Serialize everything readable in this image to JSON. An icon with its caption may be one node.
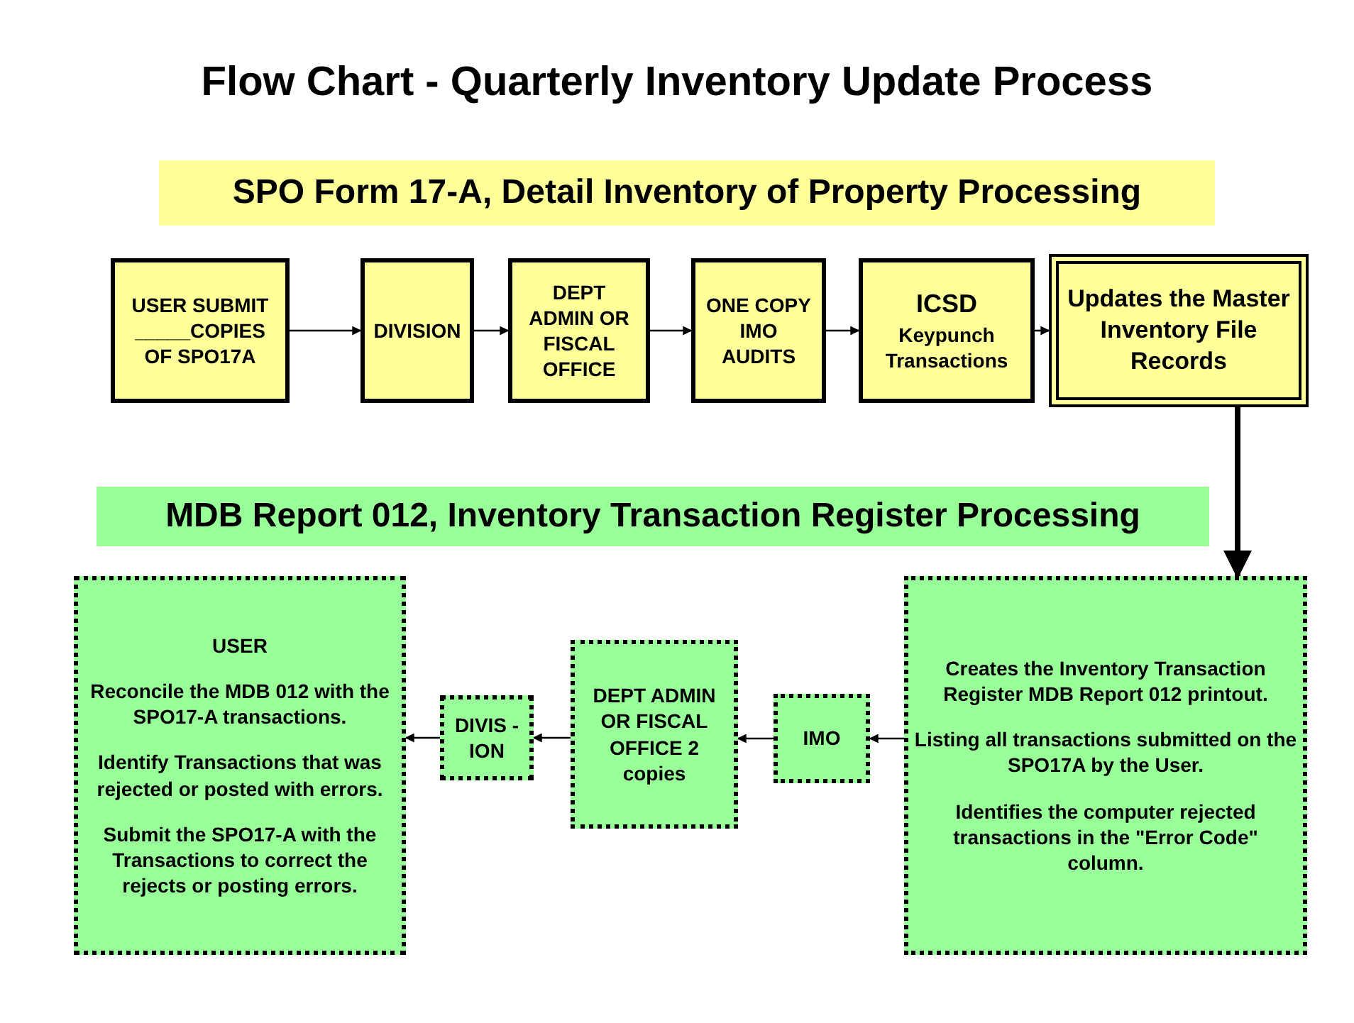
{
  "diagram": {
    "title": "Flow Chart - Quarterly Inventory Update Process",
    "nodes": [
      {
        "text": [
          "SPO Form 17-A, Detail Inventory of Property Processing"
        ]
      },
      {
        "text": [
          "USER SUBMIT _____COPIES OF SPO17A"
        ]
      },
      {
        "text": [
          "DIVISION"
        ]
      },
      {
        "text": [
          "DEPT ADMIN OR FISCAL OFFICE"
        ]
      },
      {
        "text": [
          "ONE COPY IMO AUDITS"
        ]
      },
      {
        "text": [
          "ICSD",
          "Keypunch Transactions"
        ]
      },
      {
        "text": [
          "Updates the Master Inventory File Records"
        ]
      },
      {
        "text": [
          "MDB Report 012, Inventory Transaction Register Processing"
        ]
      },
      {
        "text": [
          "USER",
          "Reconcile the MDB 012 with the SPO17-A transactions.",
          "Identify Transactions that was rejected or posted with errors.",
          "Submit the SPO17-A with the Transactions to correct the rejects or posting errors."
        ]
      },
      {
        "text": [
          "DIVIS -ION"
        ]
      },
      {
        "text": [
          "DEPT ADMIN OR FISCAL OFFICE 2 copies"
        ]
      },
      {
        "text": [
          "IMO"
        ]
      },
      {
        "text": [
          "Creates the Inventory Transaction Register MDB Report 012 printout.",
          "Listing all transactions submitted on the SPO17A by the User.",
          "Identifies the computer rejected transactions in the \"Error Code\" column."
        ]
      }
    ],
    "edges": [
      {
        "from": 1,
        "to": 2,
        "arrow": "to"
      },
      {
        "from": 2,
        "to": 3,
        "arrow": "to"
      },
      {
        "from": 3,
        "to": 4,
        "arrow": "to"
      },
      {
        "from": 4,
        "to": 5,
        "arrow": "to"
      },
      {
        "from": 5,
        "to": 6,
        "arrow": "to"
      },
      {
        "from": 6,
        "to": 12,
        "arrow": "to",
        "style": "thick"
      },
      {
        "from": 12,
        "to": 11,
        "arrow": "to"
      },
      {
        "from": 11,
        "to": 10,
        "arrow": "to"
      },
      {
        "from": 10,
        "to": 9,
        "arrow": "to"
      },
      {
        "from": 9,
        "to": 8,
        "arrow": "to"
      }
    ]
  }
}
